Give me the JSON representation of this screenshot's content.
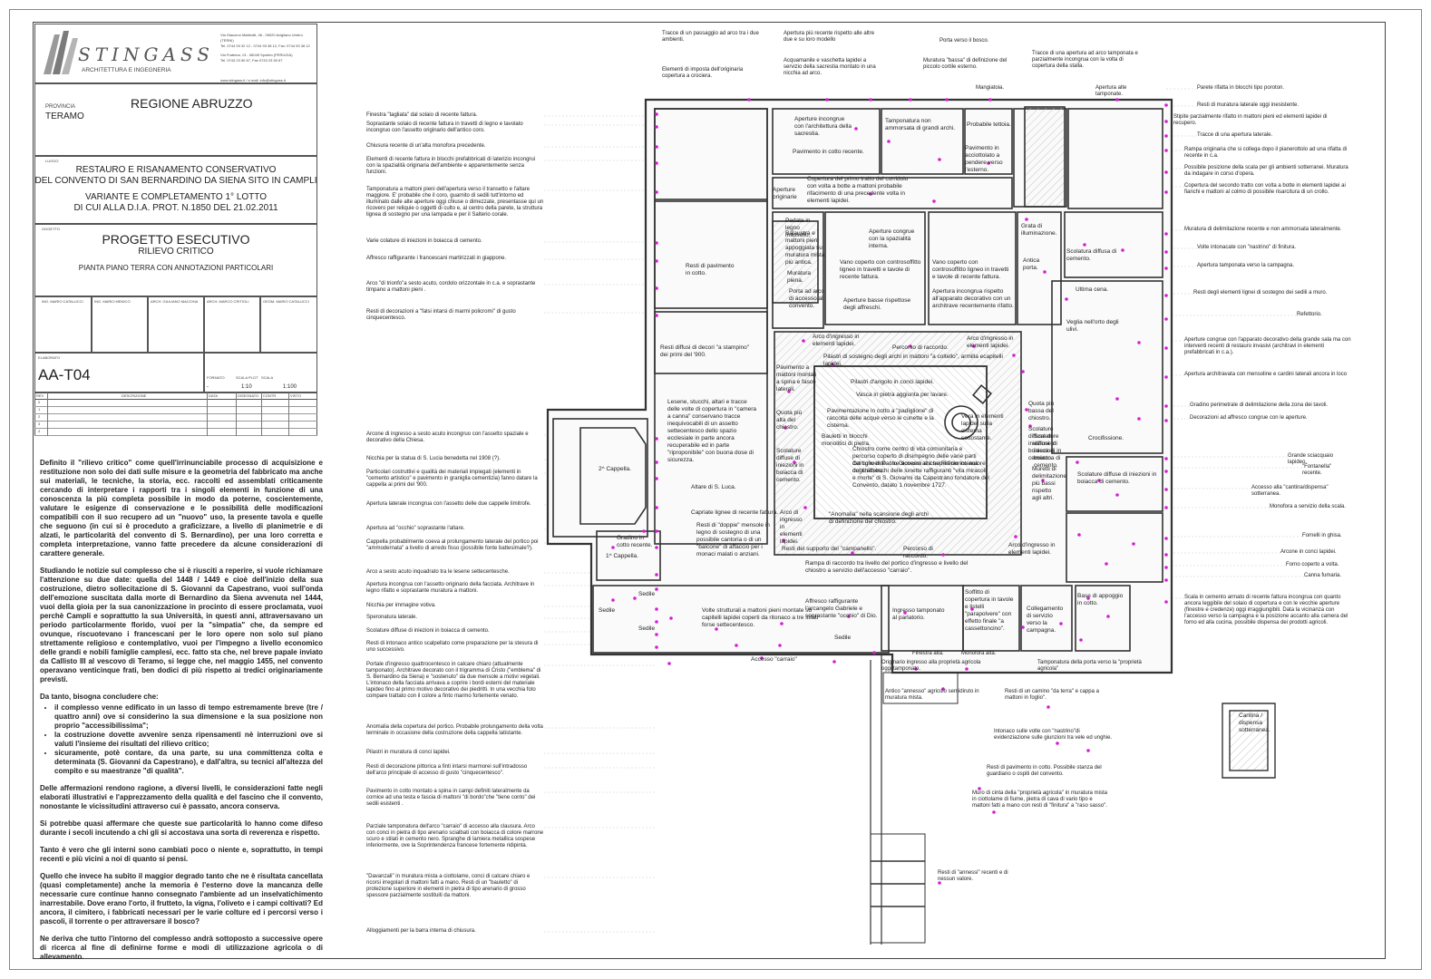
{
  "firm": {
    "name": "STINGASS",
    "subtitle": "ARCHITETTURA E INGEGNERIA",
    "address": [
      "Via Giacomo Matteotti, 46 - 05020 Avigliano Umbro (TERNI)",
      "Tel. 0744 93 32 12 - 0744 93 38 12, Fax: 0744 93 38 12",
      "Via Fratema, 13 - 06049 Spoleto (PERUGIA)",
      "Tel. 0743 23 50 67, Fax 0743 23 50 67"
    ],
    "web": "www.stingass.it / e.mail: info@stingass.it"
  },
  "titleblock": {
    "region": "REGIONE ABRUZZO",
    "province_label": "PROVINCIA",
    "province": "TERAMO",
    "luogo_label": "LUOGO",
    "project_title": [
      "RESTAURO E RISANAMENTO CONSERVATIVO",
      "DEL CONVENTO DI SAN BERNARDINO DA SIENA SITO IN CAMPLI",
      "VARIANTE E COMPLETAMENTO 1° LOTTO",
      "DI CUI ALLA D.I.A. PROT. N.1850 DEL 21.02.2011"
    ],
    "oggetto_label": "OGGETTO",
    "phase": "PROGETTO ESECUTIVO",
    "subject": "RILIEVO CRITICO",
    "plan": "PIANTA PIANO TERRA CON ANNOTAZIONI PARTICOLARI",
    "people": [
      "ING. MARIO CATALUCCI",
      "ING. MARIO MENICO",
      "ARCH. GIULIANO MACCHIA",
      "ARCH. MARCO CRITIOLI",
      "GEOM. MARIO CATALUCCI"
    ],
    "elaborato_label": "ELABORATO",
    "code": "AA-T04",
    "formato_label": "FORMATO",
    "scale_plot_label": "SCALA PLOT",
    "scala_label": "SCALA",
    "formato": "-",
    "scale_plot": "1:10",
    "scala": "1:100",
    "rev_headers": [
      "REV",
      "DESCRIZIONE",
      "DATA",
      "DISEGNATO",
      "CONTR.",
      "VISTO"
    ],
    "rev_rows": [
      "0",
      "1",
      "2",
      "3",
      "4"
    ]
  },
  "body_text": {
    "p1": "Definito il  \"rilievo critico\" come quell'irrinunciabile processo di acquisizione e restituzione non solo dei dati sulle misure e la geometria del fabbricato ma anche sui materiali, le tecniche, la storia, ecc. raccolti ed assemblati criticamente cercando di interpretare i rapporti tra i singoli elementi in funzione di una conoscenza la più completa possibile in modo da poterne, coscientemente, valutare le esigenze di conservazione e le possibilità delle modificazioni compatibili con il suo recupero ad un \"nuovo\" uso, la presente tavola e quelle che seguono (in cui si è proceduto a graficizzare, a livello di planimetrie e di alzati, le particolarità del convento di S. Bernardino), per una loro corretta e completa interpretazione, vanno fatte precedere da alcune considerazioni di carattere generale.",
    "p2": "Studiando le notizie sul complesso che si è riusciti a reperire, si vuole richiamare l'attenzione su due date: quella  del 1448 / 1449 e cioè dell'inizio della sua costruzione, dietro sollecitazione di S. Giovanni da Capestrano, vuoi sull'onda dell'emozione suscitata dalla morte di Bernardino da Siena avvenuta nel 1444, vuoi della gioia per la sua canonizzazione in procinto di essere proclamata, vuoi perchè Campli e soprattutto la sua Università, in questi anni, attraversavano un periodo particolarmente florido, vuoi per la \"simpatia\" che, da sempre ed ovunque, riscuotevano i francescani  per le loro opere non solo sul piano strettamente religioso e contemplativo, vuoi per l'impegno a livello economico delle grandi e nobili famiglie camplesi, ecc. fatto sta che, nel breve papale inviato da Callisto III al vescovo di Teramo, si legge che, nel maggio 1455, nel convento operavano venticinque frati, ben dodici di più rispetto ai tredici originariamente previsti.",
    "p3": "Da tanto, bisogna concludere che:",
    "bullets": [
      "il complesso venne edificato in un lasso di tempo estremamente breve (tre / quattro anni) ove si considerino la sua dimensione e la sua posizione non proprio \"accessibilissima\";",
      "la costruzione dovette avvenire senza ripensamenti nè interruzioni ove si valuti l'insieme dei risultati del rilievo critico;",
      "sicuramente, potè contare, da una parte, su una committenza colta e determinata (S. Giovanni da Capestrano), e dall'altra, su tecnici all'altezza del compito e su maestranze \"di qualità\"."
    ],
    "p4": "Delle affermazioni rendono ragione, a diversi livelli, le considerazioni fatte negli elaborati illustrativi e l'apprezzamento della qualità e del fascino che il convento, nonostante le vicissitudini attraverso cui è passato, ancora conserva.",
    "p5": " Si potrebbe quasi affermare che queste sue particolarità lo hanno come difeso durante i secoli incutendo a chi gli si accostava una sorta di reverenza e rispetto.",
    "p6": "Tanto è vero che  gli interni sono cambiati poco o niente e, soprattutto, in tempi recenti e più vicini a noi di quanto si pensi.",
    "p7": "Quello che invece ha subito il maggior degrado tanto che ne è risultata cancellata (quasi completamente) anche la memoria è l'esterno dove la mancanza delle necessarie cure continue hanno consegnato l'ambiente ad un inselvatichimento inarrestabile. Dove erano l'orto, il frutteto, la vigna, l'oliveto e i campi coltivati? Ed ancora, il cimitero, i fabbricati necessari per le varie colture ed i percorsi verso i pascoli, il torrente o per attraversare il bosco?",
    "p8": "Ne deriva che tutto l'intorno del complesso andrà sottoposto a successive opere di ricerca al fine di definirne forme e modi di utilizzazione agricola o di allevamento."
  },
  "notes_left": [
    "Finestra \"tagliata\" dal solaio di recente fattura.",
    "Soprastante solaio di recente fattura in travetti di legno e tavolato incongruo con l'assetto originario dell'antico coro.",
    "Chiusura recente di un'alta monofora precedente.",
    "Elementi di recente fattura in blocchi prefabbricati di laterizio incongrui con la spazialità originaria dell'ambiente e apparentemente senza funzioni.",
    "Tamponatura a mattoni pieni dell'apertura verso il transetto e l'altare maggiore. E' probabile che il coro, guarnito di sedili tutt'intorno ed illuminato dalle alte aperture oggi chiuse o dimezzate, presentasse qui un ricovero per reliquie o oggetti di culto e, al centro della parete, la struttura lignea di sostegno per una lampada e per il Salterio corale.",
    "Varie colature di iniezioni in boiacca di cemento.",
    "Affresco raffigurante i francescani martirizzati in giappone.",
    "Arco \"di trionfo\"a sesto acuto, cordolo orizzontale in c.a. e soprastante timpano a mattoni pieni .",
    "Resti di decorazioni a \"falsi intarsi di marmi policromi\" di gusto cinquecentesco.",
    "Arcone di ingresso a sesto acuto incongruo con l'assetto spaziale e decorativo della Chiesa.",
    "Nicchia per la statua di S. Lucia benedetta nel 1908 (?).",
    "Particolari costruttivi e qualità dei materiali impiegati (elementi in \"cemento artistico\" e pavimento in graniglia cementizia) fanno datare la cappella ai primi del '900.",
    "Apertura laterale incongrua con l'assetto delle due cappelle limitrofe.",
    "Apertura ad \"occhio\" soprastante l'altare.",
    "Cappella probabilmente coeva al prolungamento laterale del portico poi \"ammodernata\" a livello di arredo fisso (possibile fonte battesimale?).",
    "Arco a sesto acuto inquadrato tra le lesene settecentesche.",
    "Apertura incongrua con l'assetto originario della facciata. Architrave in legno rifatto e soprastante muratura a mattoni.",
    "Nicchia per immagine votiva.",
    "Speronatura laterale.",
    "Scolature diffuse di iniezioni in boiacca di cemento.",
    "Resti di intonaco antico scalpellato come preparazione per la stesura di uno successivo.",
    "Portale d'ingresso quattrocentesco in calcare chiaro (attualmente tamponato). Architrave decorato con il trigramma di Cristo (\"emblema\" di S. Bernardino da Siena) e \"sostenuto\" da due mensole a motivi vegetali. L'intonaco della facciata arrivava a coprire i bordi esterni del materiale lapideo fino al primo motivo decorativo dei piedritti. In una vecchia foto compare trattato con il colore a finto marmo fortemente venato.",
    "Anomalia della copertura del portico. Probabile prolungamento della volta terminale in occasione della costruzione della cappella latistante.",
    "Pilastri in muratura di conci lapidei.",
    "Resti di decorazione pittorica a finti intarsi marmorei sull'intradosso dell'arco principale di accesso di gusto \"cinquecentesco\".",
    "Pavimento in cotto montato a spina in campi definiti lateralmente da cornice ad una testa e fascia di mattoni \"di bordo\"che \"tiene conto\" dei sedili esistenti .",
    "Parziale tamponatura dell'arco \"carraio\" di accesso alla clausura. Arco con conci in pietra di tipo arenario scialbati con boiacca di colore marrone scuro e stilati in cemento nero. Spranghe di lamiera metallica sospese inferiormente, ove la Soprintendenza francese fortemente ridipinta.",
    "\"Davanzali\" in muratura mista a ciottolame, conci di calcare chiaro e ricorsi irregolari di mattoni fatti a mano. Resti di un \"bauletto\" di protezione superiore in elementi in pietra di tipo arenario di grosso spessore parzialmente sostituiti da mattoni.",
    "Alloggiamenti per la barra interna di chiusura."
  ],
  "notes_top": [
    "Tracce di un passaggio ad arco tra i due ambienti.",
    "Elementi di imposta dell'originaria copertura a crociera.",
    "Apertura più recente rispetto alle altre due e su loro modello",
    "Acquamanile e vaschetta lapidei a servizio della sacrestia montato in una nicchia ad arco.",
    "Porta verso il bosco.",
    "Muratura \"bassa\" di definizione del piccolo cortile esterno.",
    "Tracce di una apertura ad arco tamponata e parzialmente incongrua con la volta di copertura della stalla.",
    "Mangiatoia.",
    "Apertura alte tamponate."
  ],
  "notes_right": [
    "Parete rifatta in blocchi tipo poroton.",
    "Resti di muratura laterale oggi inesistente.",
    "Stipite parzialmente rifatto in mattoni pieni ed elementi lapidei di recupero.",
    "Tracce di una apertura laterale.",
    "Rampa originaria che si collega dopo il pianerottolo ad una rifatta di recente in c.a.",
    "Possibile posizione della scala per gli ambienti sotterranei. Muratura da indagare in corso d'opera.",
    "Copertura del secondo tratto con volta a botte in elementi lapidei ai fianchi e mattoni al colmo di possibile risarcitura di un crollo.",
    "Muratura di delimitazione recente e non ammorsata lateralmente.",
    "Volte intonacate con \"nastrino\" di finitura.",
    "Apertura tamponata verso la campagna.",
    "Resti degli elementi lignei di sostegno dei sedili a muro.",
    "Refettorio.",
    "Aperture congrue con l'apparato decorativo della grande sala ma con interventi recenti di restauro invasivi (architravi in elementi prefabbricati in c.a.).",
    "Apertura architravata con mensoline e cardini laterali ancora in loco",
    "Gradino perimetrale di delimitazione della zona dei tavoli.",
    "Decorazioni ad affresco congrue con le aperture.",
    "Grande sciacquaio lapideo.",
    "\"Fontanella\" recente.",
    "Accesso alla \"cantina/dispensa\" sotterranea.",
    "Monofora a servizio della scala.",
    "Fornelli in ghisa.",
    "Arcone in conci lapidei.",
    "Forno coperto a volta.",
    "Canna fumaria.",
    "Scala in cemento armato di recente fattura incongrua con quanto ancora leggibile del solaio di copertura e con le vecchie aperture (finestre e credenze) oggi irraggiungibili. Data la vicinanza con l'accesso verso la campagna e la posizione accanto alla camera del forno ed alla cucina, possibile dispensa dei prodotti agricoli."
  ],
  "notes_bottom": [
    "Finestra alta.",
    "Monofora alta.",
    "Originario ingresso alla proprietà agricola oggi tamponato.",
    "Tamponatura della porta verso la \"proprietà agricola\"",
    "Antico \"annesso\" agricolo semidiruto in muratura mista.",
    "Resti di un camino \"da terra\" e cappa a mattoni  in foglio\".",
    "Intonaco sulle volte con \"nastrino\"di evidenziazione sulle giunzioni tra vele ed  unghie.",
    "Resti di pavimento in cotto. Possibile stanza del guardiano o ospiti del convento.",
    "Muro di cinta della \"proprietà agricola\" in muratura mista in ciottolame di fiume, pietra di cava di vario tipo e mattoni fatti a mano con resti di \"finitura\" a \"raso sasso\".",
    "Resti di \"annessi\" recenti e di nessun valore."
  ],
  "rooms": [
    "Aperture incongrue con l'architettura della sacrestia.",
    "Tamponatura non ammorsata di grandi archi.",
    "Probabile tettoia.",
    "Pavimento in cotto recente.",
    "Pavimento in acciottolato a pendere verso l'esterno.",
    "Copertura del primo tratto del corridoio con volta a botte a mattoni probabile rifacimento di una precedente volta in elementi lapidei.",
    "Aperture originarie",
    "Pedate in legno massello.",
    "Balaustra e mattoni pieni appoggiata su muratura mista più antica.",
    "Muratura piena.",
    "Porta ad arco di accesso al convento.",
    "Aperture congrue con la spazialità interna.",
    "Vano coperto con controsoffitto ligneo in travetti e tavole di recente fattura.",
    "Vano coperto con controsoffitto ligneo in travetti e tavole di recente fattura.",
    "Grata di illuminazione.",
    "Antica porta.",
    "Scolatura diffusa di cemento.",
    "Aperture basse rispettose degli affreschi.",
    "Apertura incongrua rispetto all'apparato decorativo con un architrave recentemente rifatto.",
    "Resti di pavimento in cotto.",
    "Resti diffusi di decori \"a stampino\" dei primi del '900.",
    "Ultima cena.",
    "Veglia nell'orto degli ulivi.",
    "Arco d'ingresso in elementi lapidei.",
    "Percorso di raccordo.",
    "Arco d'ingresso in elementi lapidei.",
    "Pilastri di sostegno degli archi in mattoni \"a coltello\", armilla ecapitelli lapidei.",
    "Pavimento a mattoni montati a spina e fasce laterali.",
    "Pilastri d'angolo in conci lapidei.",
    "Vasca  in pietra aggiunta per lavare.",
    "Quota più bassa del chiostro.",
    "Quota più alta del chiostro.",
    "Pavimentazione in cotto a \"padiglione\" di raccolta delle acque verso le cunette e la cisterna.",
    "Vera in elementi lapidei sulla cisterna sottostante.",
    "Scolature diffuse di iniezioni in boiacca di cemento.",
    "Lesene, stucchi, altari e tracce delle volte di copertura in \"camera a canna\" conservano tracce inequivocabili di un assetto settecentesco dello spazio ecclesiale in parte ancora recuperabile ed in parte \"riproponibile\" con buona dose di sicurezza.",
    "Bauletti in blocchi monolitici di pietra.",
    "Chiostro come centro di vita comunitaria e percorso coperto di disimpegno delle varie parti del convento. I tre accessi alla superficie interna del chiostro.",
    "Cartiglio di Paolo Giovanni anche Flamenco autore degli affreschi delle lunette raffiguranti \"vita miracoli e morte\" di S. Giovanni da Capestrano fondatore del Convento, datato 1 novembre 1727.",
    "Scolature diffuse di iniezioni in boiacca di cemento.",
    "Muretti di delimitazione più bassi rispetto agli altri.",
    "Scolature diffuse di iniezioni in boiacca di cemento.",
    "Crocifissione.",
    "2^ Cappella.",
    "Altare di S. Luca.",
    "Capriate lignee di recente fattura.",
    "\"Anomalia\" nella scansione degli archi di definizione del chiostro.",
    "Arco di ingresso in elementi lapidei.",
    "Scolature diffuse di iniezioni in boiacca di cemento.",
    "Resti di \"doppie\" mensole in legno di sostegno di una possibile cantoria o di un \"balcone\" di affaccio per i monaci malati o anziani.",
    "Gradino in cotto recente.",
    "1^ Cappella.",
    "Resti del supporto del \"campanello\".",
    "Percorso di raccordo.",
    "Arco d'ingresso in elementi lapidei.",
    "Rampa di raccordo tra livello del portico d'ingresso e livello del chiostro a servizio dell'accesso \"carraio\".",
    "Sedile",
    "Sedile",
    "Sedile",
    "Sedile",
    "Volte strutturali a mattoni pieni montate su capitelli lapidei coperti da ritonaco a tre strati forse settecentesco.",
    "Affresco raffigurante l'arcangelo Gabriele e soprastante \"occhio\" di Dio.",
    "Ingresso tamponato al parlatorio.",
    "Soffitto di copertura in tavole e listelli \"parapolvere\" con effetto finale \"a cassettoncino\".",
    "Collegamento di servizio verso la campagna.",
    "Base di appoggio in cotto.",
    "Accesso \"carraio\"",
    "Cantina / dispensa sotterranea."
  ],
  "colors": {
    "marker": "#d41fd4",
    "line": "#333333",
    "hatch": "#999999"
  }
}
